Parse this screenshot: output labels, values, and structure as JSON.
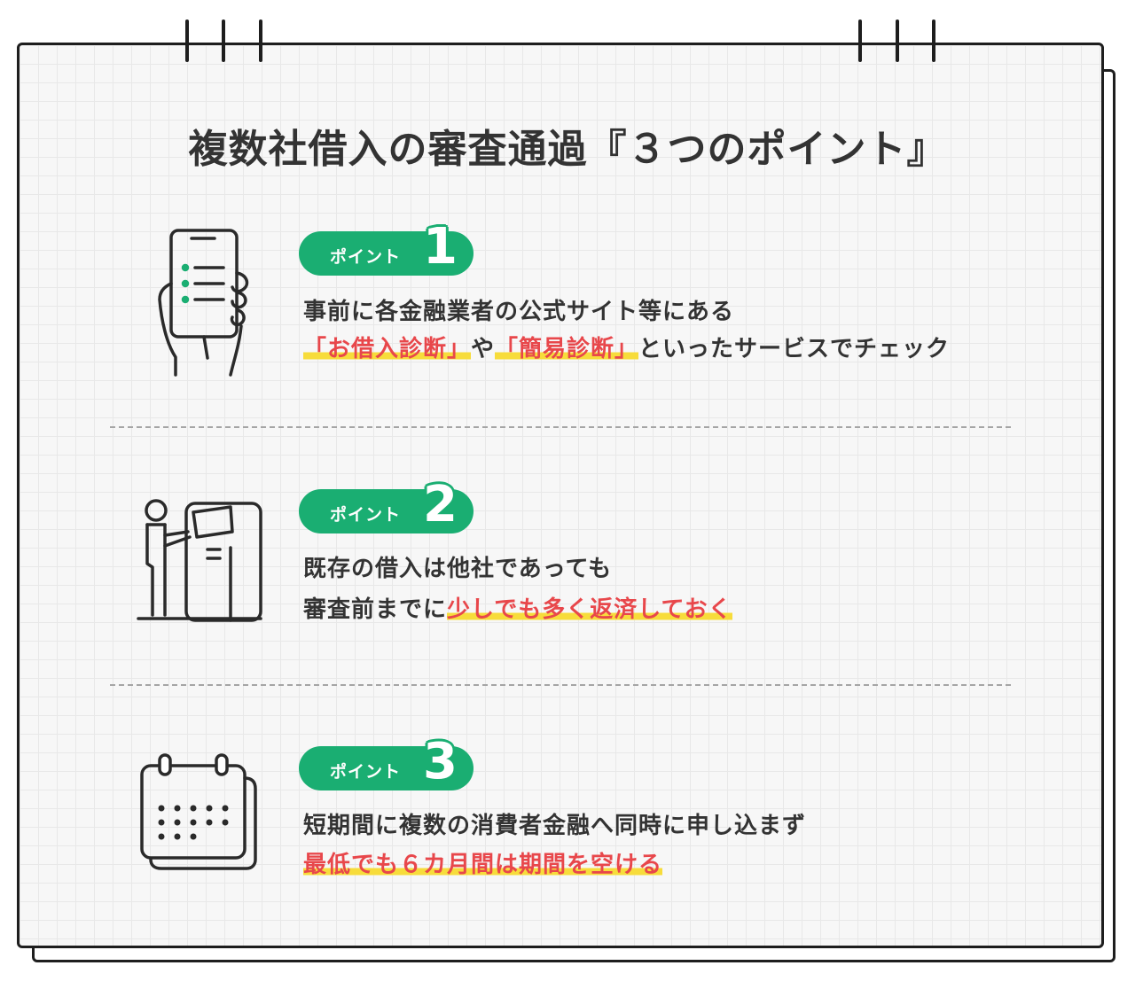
{
  "title": "複数社借入の審査通過『３つのポイント』",
  "points": [
    {
      "badge_label": "ポイント",
      "badge_number": "1",
      "icon": "smartphone-checklist-icon",
      "line1": "事前に各金融業者の公式サイト等にある",
      "line2": {
        "highlight1": "「お借入診断」",
        "mid": "や",
        "highlight2": "「簡易診断」",
        "rest": "といったサービスでチェック"
      }
    },
    {
      "badge_label": "ポイント",
      "badge_number": "2",
      "icon": "atm-person-icon",
      "line1": "既存の借入は他社であっても",
      "line2": {
        "pre": "審査前までに",
        "highlight": "少しでも多く返済しておく"
      }
    },
    {
      "badge_label": "ポイント",
      "badge_number": "3",
      "icon": "calendar-icon",
      "line1": "短期間に複数の消費者金融へ同時に申し込まず",
      "line2": {
        "highlight": "最低でも６カ月間は期間を空ける"
      }
    }
  ],
  "colors": {
    "accent_green": "#1aae72",
    "highlight_red": "#e8474b",
    "marker_yellow": "#f7dc3b",
    "text": "#333333"
  }
}
